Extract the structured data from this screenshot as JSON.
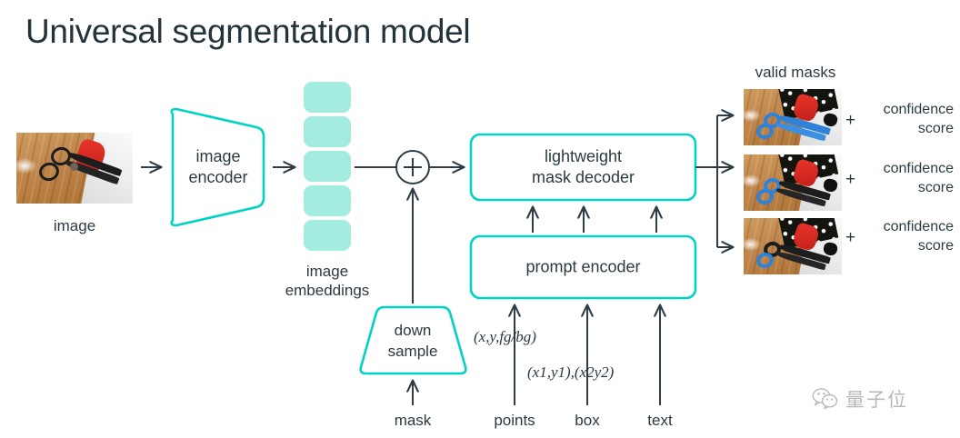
{
  "title": "Universal segmentation model",
  "colors": {
    "accent_teal": "#00d2c4",
    "embedding_fill": "#a5ece0",
    "text_dark": "#2b3a42",
    "title_dark": "#22333b",
    "arrow_dark": "#2d3c46",
    "watermark_gray": "#9d9d9d"
  },
  "input": {
    "image_caption": "image",
    "image_alt": "photo of black scissors on a wooden cutting board"
  },
  "blocks": {
    "image_encoder": "image encoder",
    "image_encoder_line1": "image",
    "image_encoder_line2": "encoder",
    "embeddings_label_line1": "image",
    "embeddings_label_line2": "embeddings",
    "embeddings_count": 5,
    "sum_operator": "+",
    "mask_decoder_line1": "lightweight",
    "mask_decoder_line2": "mask decoder",
    "prompt_encoder": "prompt encoder",
    "down_sample_line1": "down",
    "down_sample_line2": "sample"
  },
  "prompts": [
    {
      "label": "mask",
      "annotation": ""
    },
    {
      "label": "points",
      "annotation": "(x,y,fg/bg)"
    },
    {
      "label": "box",
      "annotation": "(x1,y1),(x2y2)"
    },
    {
      "label": "text",
      "annotation": ""
    }
  ],
  "output": {
    "valid_masks_label": "valid masks",
    "masks": [
      {
        "plus": "+",
        "score_line1": "confidence",
        "score_line2": "score",
        "alt": "mask overlay: whole scissors highlighted blue"
      },
      {
        "plus": "+",
        "score_line1": "confidence",
        "score_line2": "score",
        "alt": "mask overlay: scissors handle highlighted blue"
      },
      {
        "plus": "+",
        "score_line1": "confidence",
        "score_line2": "score",
        "alt": "mask overlay: single handle ring highlighted blue"
      }
    ]
  },
  "watermark": {
    "icon": "wechat-icon",
    "text": "量子位"
  }
}
